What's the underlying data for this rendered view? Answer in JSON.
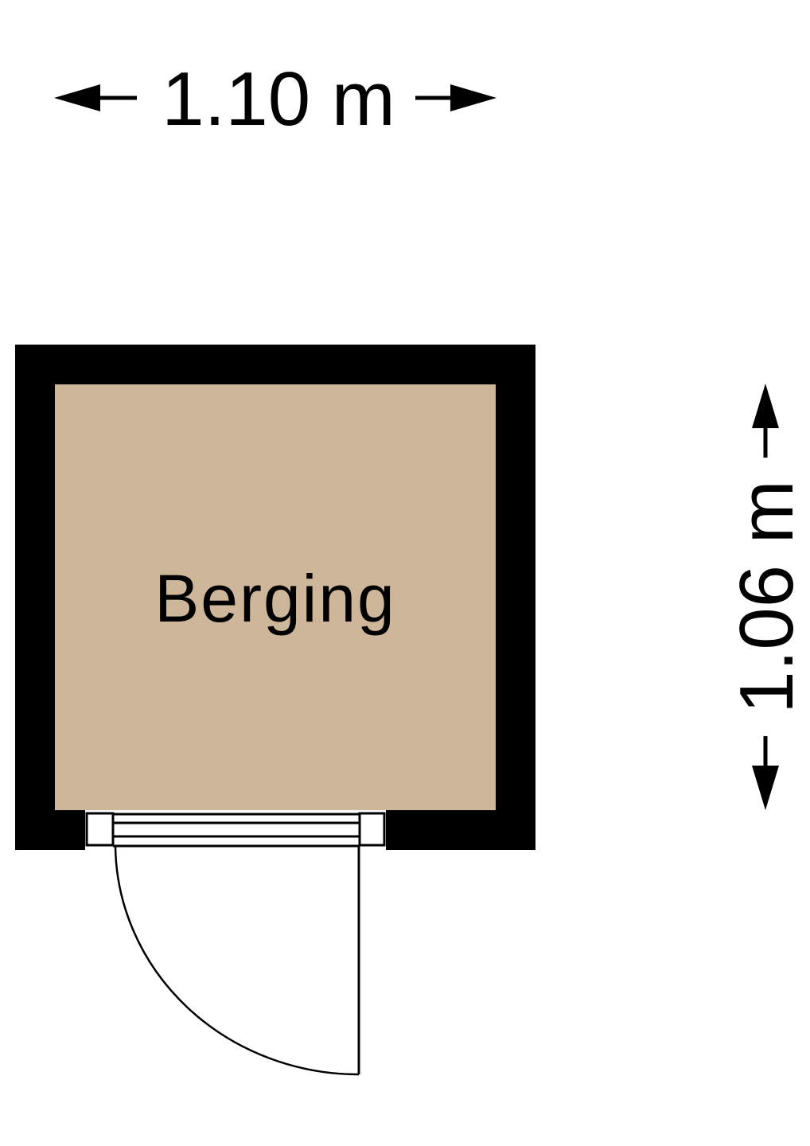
{
  "room": {
    "name": "Berging"
  },
  "dimensions": {
    "width": "1.10 m",
    "depth": "1.06 m"
  },
  "colors": {
    "floor": "#cdb699",
    "wall": "#000000",
    "background": "#ffffff"
  }
}
